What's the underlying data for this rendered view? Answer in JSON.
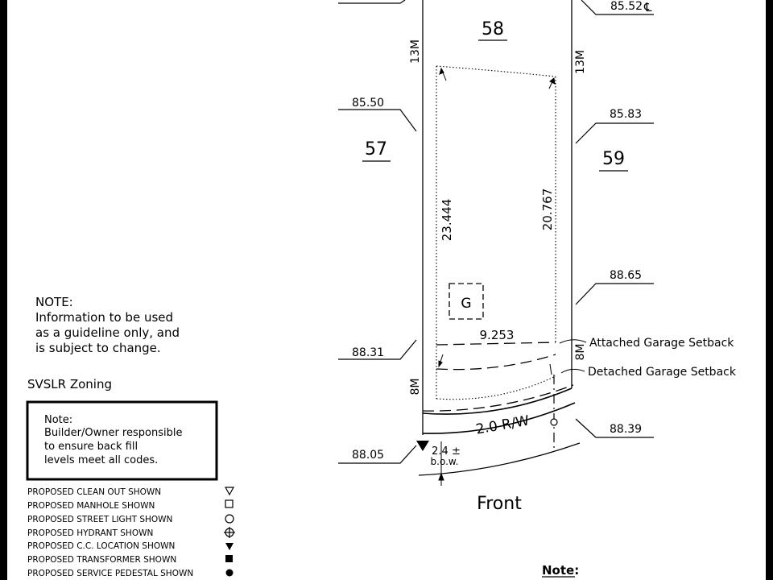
{
  "lots": {
    "main": "58",
    "left": "57",
    "right": "59"
  },
  "elevations": {
    "top_left": "",
    "top_right": "85.52",
    "left_upper": "85.50",
    "right_upper": "85.83",
    "right_mid": "88.65",
    "left_mid": "88.31",
    "right_lower": "88.39",
    "left_lower": "88.05"
  },
  "centerline_symbol": "℄",
  "dimensions": {
    "left_side": "13M",
    "right_side": "13M",
    "left_depth": "23.444",
    "right_depth": "20.767",
    "garage_width": "9.253",
    "right_front": "8M",
    "left_front": "8M",
    "row": "2.0 R/W",
    "bow_value": "2.4 ±",
    "bow_label": "b.o.w."
  },
  "garage_marker": "G",
  "setbacks": {
    "attached": "Attached Garage Setback",
    "detached": "Detached Garage Setback"
  },
  "front_label": "Front",
  "note_general": {
    "title": "NOTE:",
    "lines": [
      "Information to be used",
      "as a guideline only, and",
      "is subject to change."
    ]
  },
  "zoning": "SVSLR Zoning",
  "note_box": {
    "title": "Note:",
    "lines": [
      "Builder/Owner responsible",
      "to ensure back fill",
      "levels meet all codes."
    ]
  },
  "legend": [
    {
      "label": "PROPOSED CLEAN OUT SHOWN",
      "icon": "hollow-down-triangle-icon"
    },
    {
      "label": "PROPOSED MANHOLE SHOWN",
      "icon": "hollow-square-icon"
    },
    {
      "label": "PROPOSED STREET LIGHT SHOWN",
      "icon": "hollow-circle-icon"
    },
    {
      "label": "PROPOSED HYDRANT SHOWN",
      "icon": "circle-cross-icon"
    },
    {
      "label": "PROPOSED C.C. LOCATION SHOWN",
      "icon": "filled-down-triangle-icon"
    },
    {
      "label": "PROPOSED TRANSFORMER SHOWN",
      "icon": "filled-square-icon"
    },
    {
      "label": "PROPOSED SERVICE PEDESTAL SHOWN",
      "icon": "filled-circle-icon"
    }
  ],
  "note_bottom": {
    "title": "Note:"
  }
}
